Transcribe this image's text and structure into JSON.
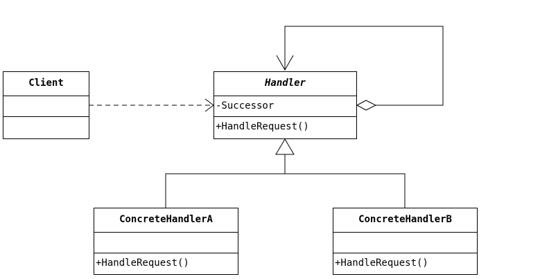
{
  "classes": {
    "client": {
      "name": "Client",
      "abstract": false,
      "attributes": [],
      "operations": []
    },
    "handler": {
      "name": "Handler",
      "abstract": true,
      "attributes": [
        "-Successor"
      ],
      "operations": [
        "+HandleRequest()"
      ]
    },
    "concrete_a": {
      "name": "ConcreteHandlerA",
      "abstract": false,
      "attributes": [],
      "operations": [
        "+HandleRequest()"
      ]
    },
    "concrete_b": {
      "name": "ConcreteHandlerB",
      "abstract": false,
      "attributes": [],
      "operations": [
        "+HandleRequest()"
      ]
    }
  },
  "relationships": [
    {
      "type": "dependency",
      "from": "Client",
      "to": "Handler"
    },
    {
      "type": "aggregation",
      "from": "Handler",
      "to": "Handler"
    },
    {
      "type": "generalization",
      "from": "ConcreteHandlerA",
      "to": "Handler"
    },
    {
      "type": "generalization",
      "from": "ConcreteHandlerB",
      "to": "Handler"
    }
  ],
  "colors": {
    "stroke": "#000000",
    "background": "#ffffff"
  }
}
